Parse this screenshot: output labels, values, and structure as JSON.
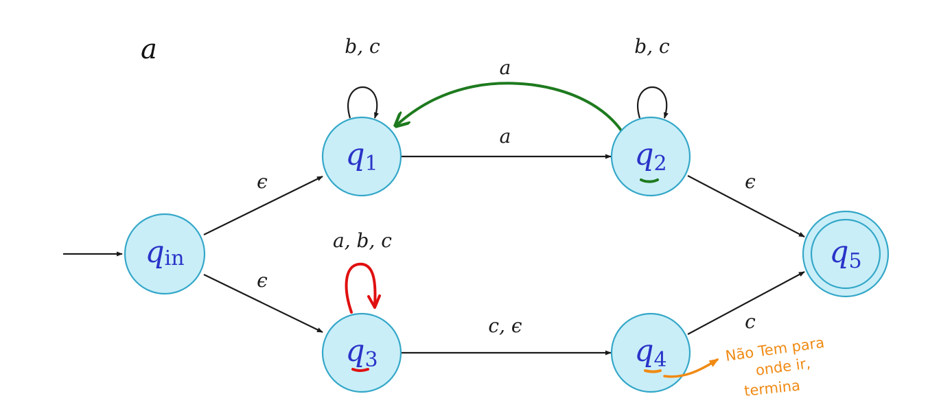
{
  "diagram": {
    "corner_label": "a",
    "states": {
      "qin": {
        "letter": "q",
        "sub": "in"
      },
      "q1": {
        "letter": "q",
        "sub": "1"
      },
      "q2": {
        "letter": "q",
        "sub": "2"
      },
      "q3": {
        "letter": "q",
        "sub": "3"
      },
      "q4": {
        "letter": "q",
        "sub": "4"
      },
      "q5": {
        "letter": "q",
        "sub": "5",
        "accepting": true
      }
    },
    "transitions": {
      "qin_q1": "ϵ",
      "qin_q3": "ϵ",
      "q1_loop": "b, c",
      "q1_q2": "a",
      "q2_loop": "b, c",
      "q2_q1": "a",
      "q2_q5": "ϵ",
      "q3_loop": "a, b, c",
      "q3_q4": "c, ϵ",
      "q4_q5": "c"
    },
    "annotation": {
      "line1": "Não Tem para",
      "line2": "onde  ir,",
      "line3": "termina"
    },
    "colors": {
      "state_fill": "#c9eef8",
      "state_stroke": "#34a7c8",
      "state_text": "#2a33c8",
      "green_pen": "#1e7a1e",
      "red_pen": "#e01010",
      "orange_pen": "#f08a14"
    }
  }
}
